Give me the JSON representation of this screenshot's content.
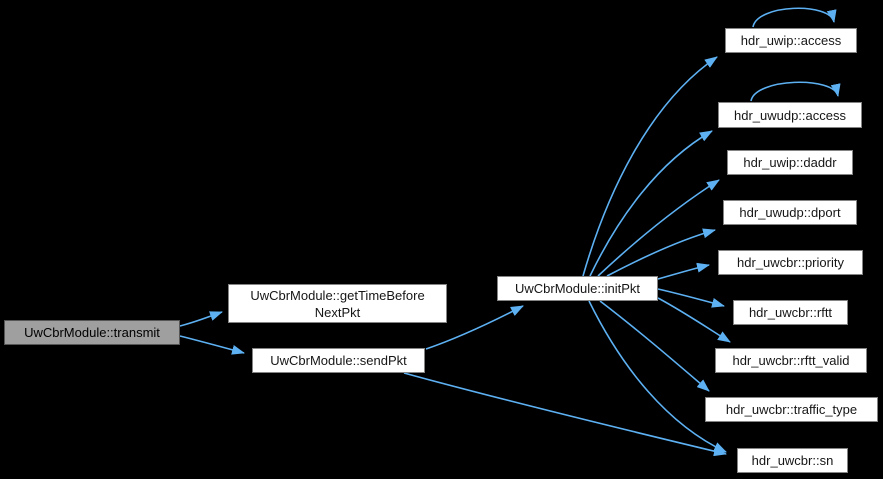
{
  "diagram": {
    "type": "call-graph",
    "background_color": "#000000",
    "edge_color": "#5db1f3",
    "node_fill_color": "#ffffff",
    "node_border_color": "#848484",
    "current_node_fill_color": "#9f9f9f",
    "nodes": {
      "transmit": {
        "label": "UwCbrModule::transmit",
        "current": true
      },
      "get_time_before_next_pkt": {
        "label": "UwCbrModule::getTimeBeforeNextPkt",
        "line1": "UwCbrModule::getTimeBefore",
        "line2": "NextPkt"
      },
      "send_pkt": {
        "label": "UwCbrModule::sendPkt"
      },
      "init_pkt": {
        "label": "UwCbrModule::initPkt"
      },
      "uwip_access": {
        "label": "hdr_uwip::access",
        "self_loop": true
      },
      "uwudp_access": {
        "label": "hdr_uwudp::access",
        "self_loop": true
      },
      "uwip_daddr": {
        "label": "hdr_uwip::daddr"
      },
      "uwudp_dport": {
        "label": "hdr_uwudp::dport"
      },
      "uwcbr_priority": {
        "label": "hdr_uwcbr::priority"
      },
      "uwcbr_rftt": {
        "label": "hdr_uwcbr::rftt"
      },
      "uwcbr_rftt_valid": {
        "label": "hdr_uwcbr::rftt_valid"
      },
      "uwcbr_traffic_type": {
        "label": "hdr_uwcbr::traffic_type"
      },
      "uwcbr_sn": {
        "label": "hdr_uwcbr::sn"
      }
    },
    "edges": [
      {
        "from": "UwCbrModule::transmit",
        "to": "UwCbrModule::getTimeBeforeNextPkt"
      },
      {
        "from": "UwCbrModule::transmit",
        "to": "UwCbrModule::sendPkt"
      },
      {
        "from": "UwCbrModule::sendPkt",
        "to": "UwCbrModule::initPkt"
      },
      {
        "from": "UwCbrModule::sendPkt",
        "to": "hdr_uwcbr::sn"
      },
      {
        "from": "UwCbrModule::initPkt",
        "to": "hdr_uwip::access"
      },
      {
        "from": "UwCbrModule::initPkt",
        "to": "hdr_uwudp::access"
      },
      {
        "from": "UwCbrModule::initPkt",
        "to": "hdr_uwip::daddr"
      },
      {
        "from": "UwCbrModule::initPkt",
        "to": "hdr_uwudp::dport"
      },
      {
        "from": "UwCbrModule::initPkt",
        "to": "hdr_uwcbr::priority"
      },
      {
        "from": "UwCbrModule::initPkt",
        "to": "hdr_uwcbr::rftt"
      },
      {
        "from": "UwCbrModule::initPkt",
        "to": "hdr_uwcbr::rftt_valid"
      },
      {
        "from": "UwCbrModule::initPkt",
        "to": "hdr_uwcbr::traffic_type"
      },
      {
        "from": "UwCbrModule::initPkt",
        "to": "hdr_uwcbr::sn"
      },
      {
        "from": "hdr_uwip::access",
        "to": "hdr_uwip::access"
      },
      {
        "from": "hdr_uwudp::access",
        "to": "hdr_uwudp::access"
      }
    ]
  }
}
